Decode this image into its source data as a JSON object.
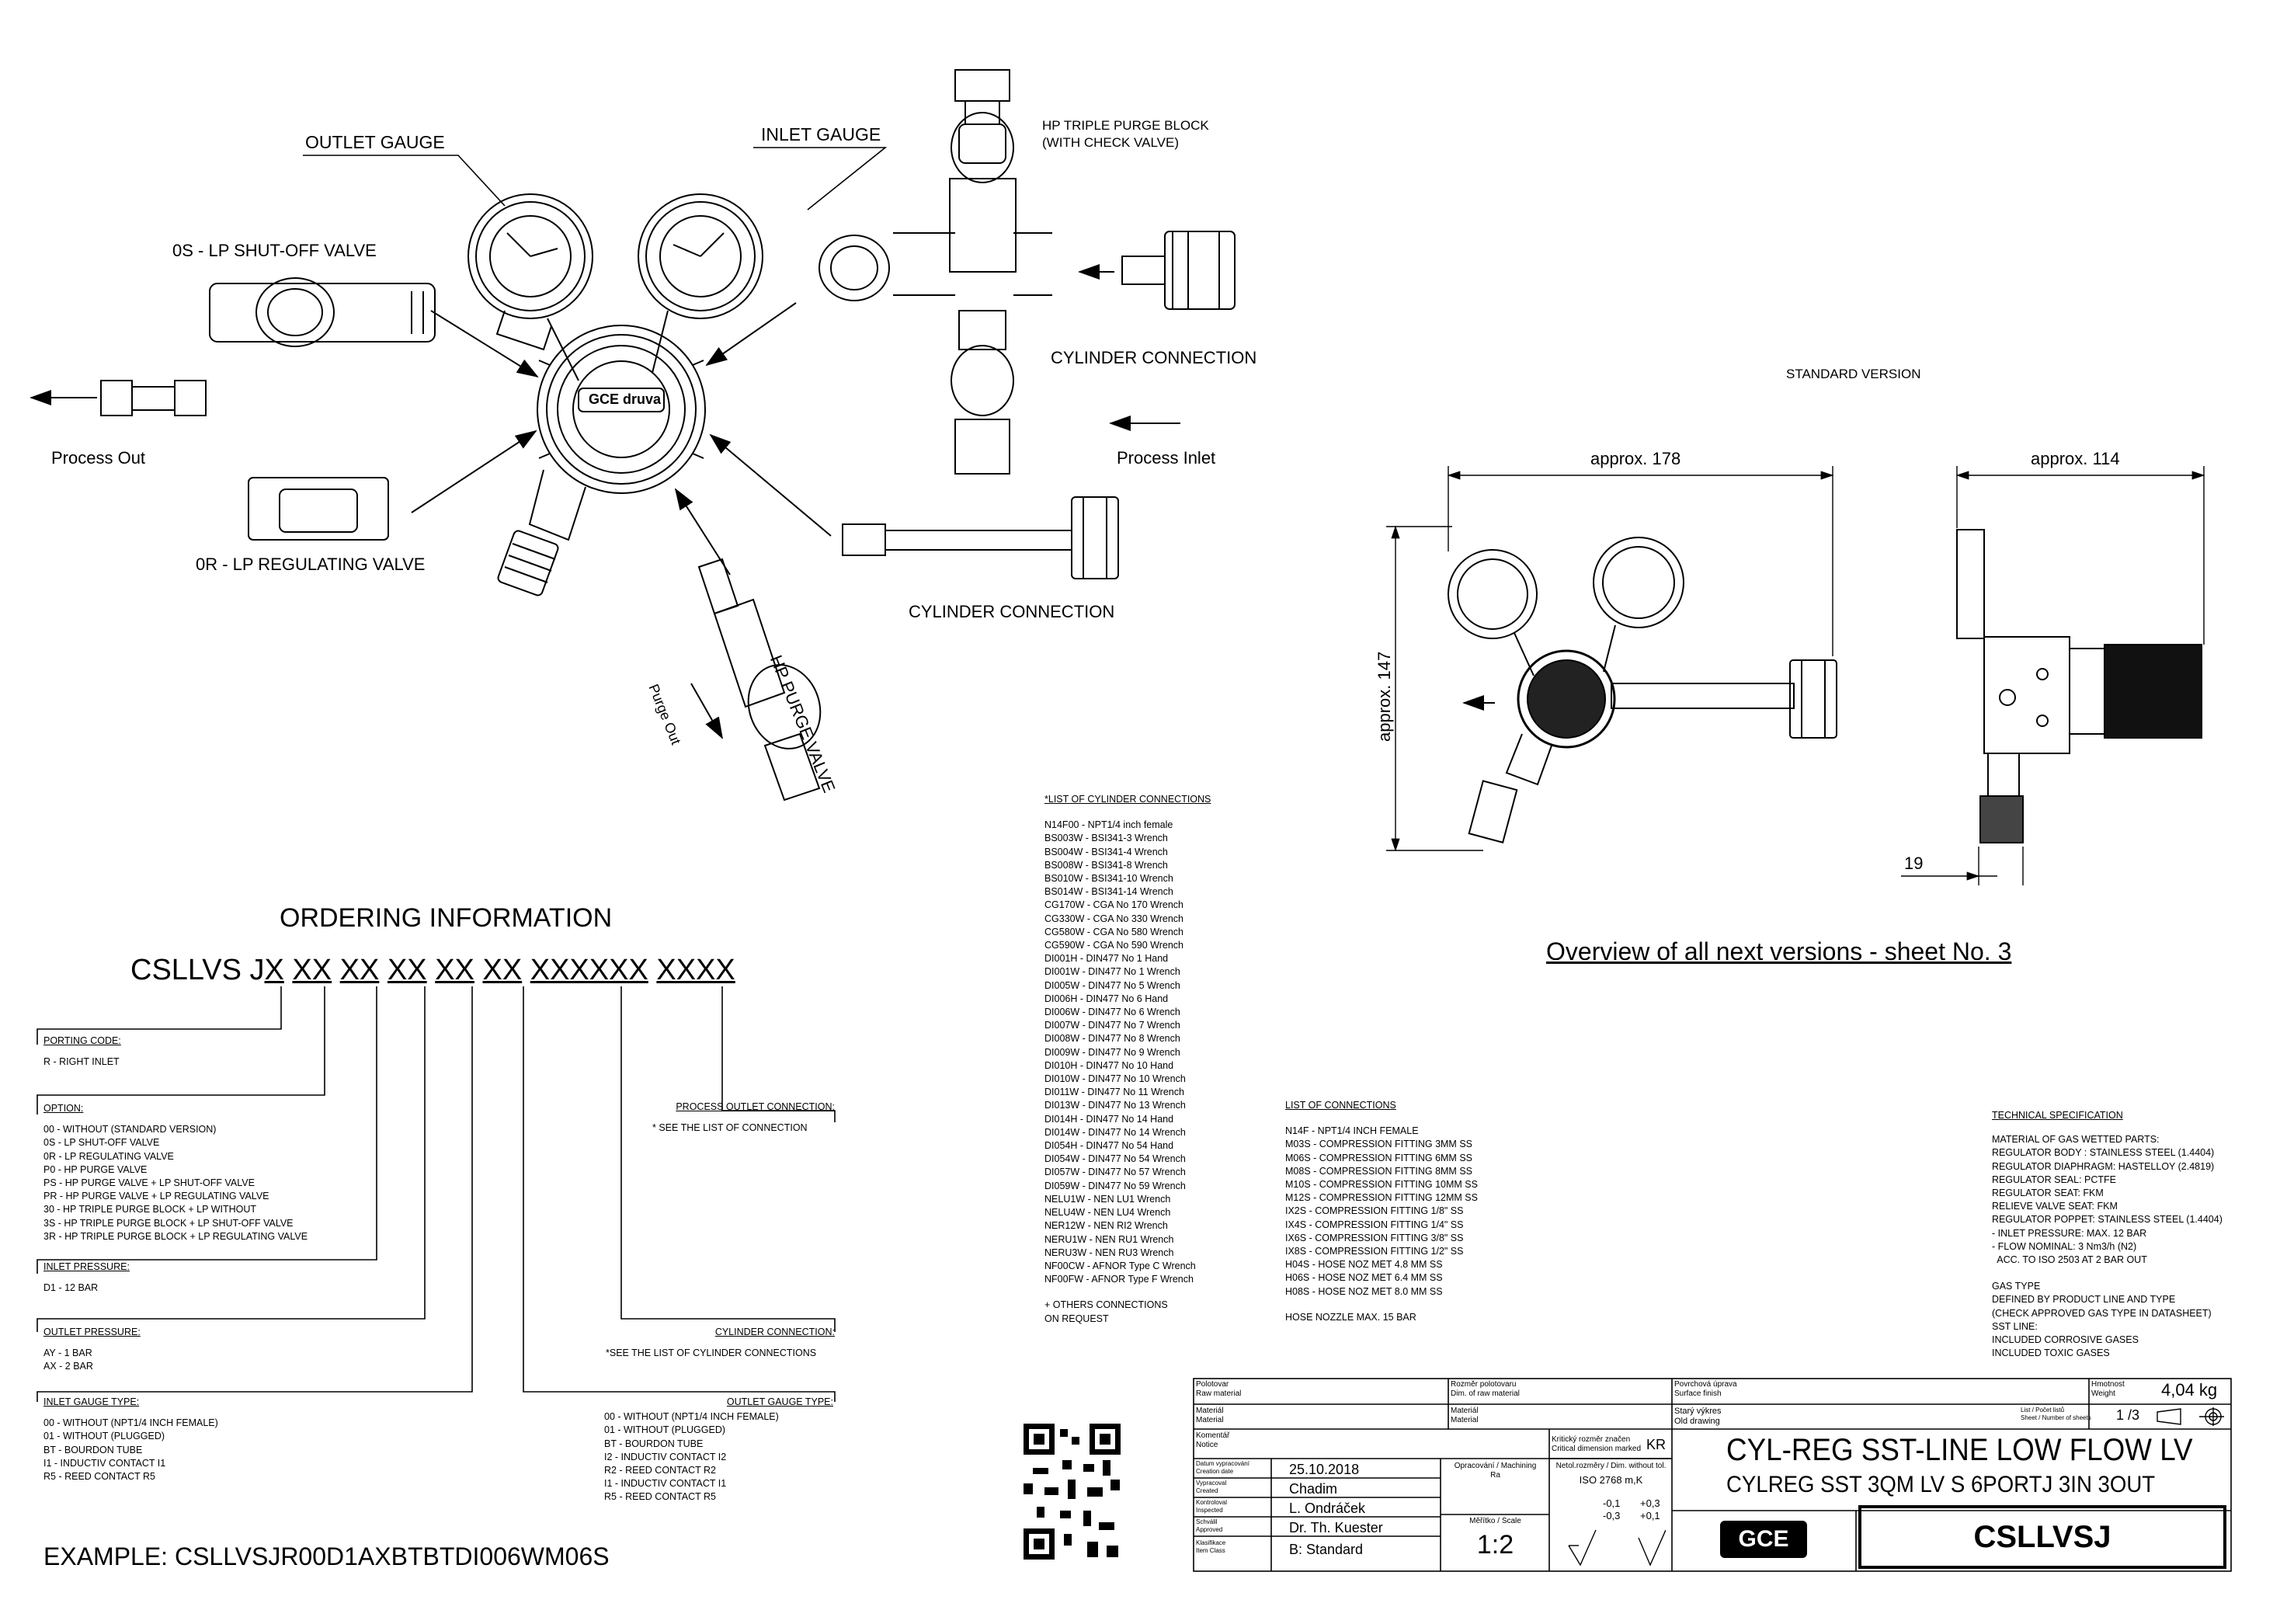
{
  "labels": {
    "outlet_gauge": "OUTLET GAUGE",
    "inlet_gauge": "INLET GAUGE",
    "hp_triple_purge_block": "HP TRIPLE PURGE BLOCK",
    "with_check_valve": "(WITH CHECK VALVE)",
    "lp_shutoff": "0S - LP SHUT-OFF VALVE",
    "cylinder_connection_top": "CYLINDER CONNECTION",
    "process_out": "Process Out",
    "process_inlet": "Process Inlet",
    "lp_regulating": "0R - LP REGULATING VALVE",
    "cylinder_connection_bottom": "CYLINDER CONNECTION",
    "hp_purge_valve": "HP PURGE VALVE",
    "purge_out": "Purge Out",
    "standard_version": "STANDARD VERSION",
    "brand_mark": "GCE druva"
  },
  "dimensions": {
    "width_front": "approx. 178",
    "width_side": "approx. 114",
    "height": "approx. 147",
    "offset": "19"
  },
  "overview_link": "Overview of all next versions - sheet No. 3",
  "ordering": {
    "title": "ORDERING INFORMATION",
    "code_prefix": "CSLLVS J",
    "code_segments": [
      "X",
      "XX",
      "XX",
      "XX",
      "XX",
      "XX",
      "XXXXXX",
      "XXXX"
    ],
    "example": "EXAMPLE: CSLLVSJR00D1AXBTBTDI006WM06S",
    "porting_code": {
      "title": "PORTING CODE:",
      "lines": [
        "R - RIGHT INLET"
      ]
    },
    "option": {
      "title": "OPTION:",
      "lines": [
        "00 - WITHOUT (STANDARD VERSION)",
        "0S - LP SHUT-OFF VALVE",
        "0R - LP REGULATING VALVE",
        "P0 - HP PURGE VALVE",
        "PS - HP PURGE VALVE + LP SHUT-OFF VALVE",
        "PR - HP PURGE VALVE + LP REGULATING VALVE",
        "30 - HP TRIPLE PURGE BLOCK + LP WITHOUT",
        "3S - HP TRIPLE PURGE BLOCK + LP SHUT-OFF VALVE",
        "3R - HP TRIPLE PURGE BLOCK + LP REGULATING VALVE"
      ]
    },
    "inlet_pressure": {
      "title": "INLET PRESSURE:",
      "lines": [
        "D1 - 12 BAR"
      ]
    },
    "outlet_pressure": {
      "title": "OUTLET PRESSURE:",
      "lines": [
        "AY - 1 BAR",
        "AX - 2 BAR"
      ]
    },
    "inlet_gauge_type": {
      "title": "INLET GAUGE TYPE:",
      "lines": [
        "00 - WITHOUT (NPT1/4 INCH FEMALE)",
        "01 - WITHOUT (PLUGGED)",
        "BT - BOURDON TUBE",
        "I1 - INDUCTIV CONTACT I1",
        "R5 - REED CONTACT R5"
      ]
    },
    "outlet_gauge_type": {
      "title": "OUTLET GAUGE TYPE:",
      "lines": [
        "00 - WITHOUT (NPT1/4 INCH FEMALE)",
        "01 - WITHOUT (PLUGGED)",
        "BT - BOURDON TUBE",
        "I2 - INDUCTIV CONTACT I2",
        "R2 - REED CONTACT R2",
        "I1 - INDUCTIV CONTACT I1",
        "R5 - REED CONTACT R5"
      ]
    },
    "cylinder_connection": {
      "title": "CYLINDER CONNECTION:",
      "lines": [
        "*SEE THE LIST OF CYLINDER CONNECTIONS"
      ]
    },
    "process_outlet_connection": {
      "title": "PROCESS OUTLET CONNECTION:",
      "lines": [
        "* SEE THE LIST OF CONNECTION"
      ]
    }
  },
  "cylinder_connections": {
    "title": "*LIST OF CYLINDER CONNECTIONS",
    "items": [
      "N14F00 - NPT1/4 inch female",
      "BS003W - BSI341-3 Wrench",
      "BS004W - BSI341-4 Wrench",
      "BS008W - BSI341-8 Wrench",
      "BS010W - BSI341-10 Wrench",
      "BS014W - BSI341-14 Wrench",
      "CG170W - CGA No 170 Wrench",
      "CG330W - CGA No 330 Wrench",
      "CG580W - CGA No 580 Wrench",
      "CG590W - CGA No 590 Wrench",
      "DI001H - DIN477 No 1 Hand",
      "DI001W - DIN477 No 1 Wrench",
      "DI005W - DIN477 No 5 Wrench",
      "DI006H - DIN477 No 6 Hand",
      "DI006W - DIN477 No 6 Wrench",
      "DI007W - DIN477 No 7 Wrench",
      "DI008W - DIN477 No 8 Wrench",
      "DI009W - DIN477 No 9 Wrench",
      "DI010H - DIN477 No 10 Hand",
      "DI010W - DIN477 No 10 Wrench",
      "DI011W - DIN477 No 11 Wrench",
      "DI013W - DIN477 No 13 Wrench",
      "DI014H - DIN477 No 14 Hand",
      "DI014W - DIN477 No 14 Wrench",
      "DI054H - DIN477 No 54 Hand",
      "DI054W - DIN477 No 54 Wrench",
      "DI057W - DIN477 No 57 Wrench",
      "DI059W - DIN477 No 59 Wrench",
      "NELU1W - NEN LU1 Wrench",
      "NELU4W - NEN LU4 Wrench",
      "NER12W - NEN RI2 Wrench",
      "NERU1W - NEN RU1 Wrench",
      "NERU3W - NEN RU3 Wrench",
      "NF00CW - AFNOR Type C Wrench",
      "NF00FW - AFNOR Type F Wrench"
    ],
    "note_1": "+ OTHERS CONNECTIONS",
    "note_2": "ON REQUEST"
  },
  "connections": {
    "title": "LIST OF CONNECTIONS",
    "items": [
      "N14F - NPT1/4 INCH FEMALE",
      "M03S - COMPRESSION FITTING 3MM SS",
      "M06S - COMPRESSION FITTING 6MM SS",
      "M08S - COMPRESSION FITTING 8MM SS",
      "M10S - COMPRESSION FITTING 10MM SS",
      "M12S - COMPRESSION FITTING 12MM SS",
      "IX2S - COMPRESSION FITTING 1/8\" SS",
      "IX4S - COMPRESSION FITTING 1/4\" SS",
      "IX6S - COMPRESSION FITTING 3/8\" SS",
      "IX8S - COMPRESSION FITTING 1/2\" SS",
      "H04S - HOSE NOZ MET 4.8 MM SS",
      "H06S - HOSE NOZ MET 6.4 MM SS",
      "H08S - HOSE NOZ MET 8.0 MM SS"
    ],
    "note": "HOSE NOZZLE MAX. 15 BAR"
  },
  "technical_specification": {
    "title": "TECHNICAL SPECIFICATION",
    "lines": [
      "MATERIAL OF GAS WETTED PARTS:",
      "REGULATOR BODY : STAINLESS STEEL (1.4404)",
      "REGULATOR DIAPHRAGM: HASTELLOY (2.4819)",
      "REGULATOR SEAL: PCTFE",
      "REGULATOR SEAT: FKM",
      "RELIEVE VALVE SEAT: FKM",
      "REGULATOR POPPET: STAINLESS STEEL (1.4404)",
      "- INLET PRESSURE: MAX. 12 BAR",
      "- FLOW NOMINAL: 3 Nm3/h (N2)",
      "  ACC. TO ISO 2503 AT 2 BAR OUT",
      "",
      "GAS TYPE",
      "DEFINED BY PRODUCT LINE AND TYPE",
      "(CHECK APPROVED GAS TYPE IN DATASHEET)",
      "SST LINE:",
      "INCLUDED CORROSIVE GASES",
      "INCLUDED TOXIC GASES"
    ]
  },
  "title_block": {
    "polotovar": "Polotovar",
    "raw_material": "Raw material",
    "rozmer": "Rozměr polotovaru",
    "dim_raw": "Dim. of raw material",
    "povrch": "Povrchová úprava",
    "surface": "Surface finish",
    "hmotnost": "Hmotnost",
    "weight_lbl": "Weight",
    "weight": "4,04 kg",
    "material_cz": "Materiál",
    "material_en": "Material",
    "material2_cz": "Materiál",
    "material2_en": "Material",
    "stary": "Starý výkres",
    "old_drawing": "Old drawing",
    "sheet_lbl_cz": "List / Počet listů",
    "sheet_lbl_en": "Sheet / Number of sheets",
    "sheet": "1 /3",
    "komentar": "Komentář",
    "notice": "Notice",
    "kriticky": "Kritický rozměr značen",
    "critical": "Critical dimension marked",
    "kr": "KR",
    "datum_cz": "Datum vypracování",
    "datum_en": "Creation date",
    "date": "25.10.2018",
    "opracovani": "Opracování / Machining",
    "ra": "Ra",
    "netol": "Netol.rozměry / Dim. without tol.",
    "iso": "ISO 2768 m,K",
    "vypracoval": "Vypracoval",
    "created": "Created",
    "creator": "Chadim",
    "kontroloval": "Kontroloval",
    "inspected": "Inspected",
    "inspector": "L. Ondráček",
    "schvalil": "Schválil",
    "approved": "Approved",
    "approver": "Dr. Th. Kuester",
    "klasifikace": "Klasifikace",
    "item_class": "Item Class",
    "class_value": "B: Standard",
    "meritko": "Měřítko / Scale",
    "scale": "1:2",
    "tol_neg1": "-0,1",
    "tol_neg3": "-0,3",
    "tol_pos3": "+0,3",
    "tol_pos1": "+0,1",
    "title_1": "CYL-REG SST-LINE LOW FLOW LV",
    "title_2": "CYLREG SST 3QM LV S 6PORTJ 3IN 3OUT",
    "logo": "GCE",
    "part_number": "CSLLVSJ"
  }
}
